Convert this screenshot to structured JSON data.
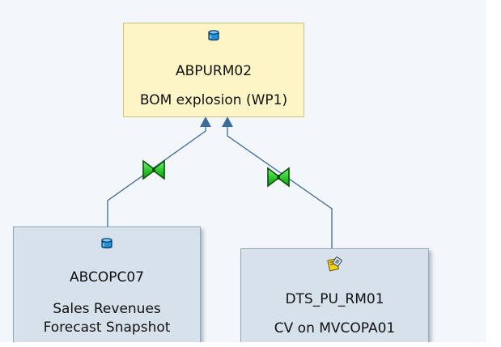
{
  "diagram": {
    "nodes": {
      "target": {
        "icon": "database-icon",
        "name": "ABPURM02",
        "description": "BOM explosion (WP1)",
        "background": "#fdf5c6"
      },
      "infocube": {
        "icon": "database-icon",
        "name": "ABCOPC07",
        "description_line1": "Sales Revenues",
        "description_line2": "Forecast Snapshot",
        "background": "#d6e1ec"
      },
      "datasource": {
        "icon": "datasource-icon",
        "name": "DTS_PU_RM01",
        "description": "CV on MVCOPA01",
        "background": "#d6e1ec"
      }
    },
    "connectors": {
      "line_color": "#3f6b9a",
      "transformation_icon": "transformation-bowtie-icon",
      "transformation_color": "#33cc33"
    }
  }
}
